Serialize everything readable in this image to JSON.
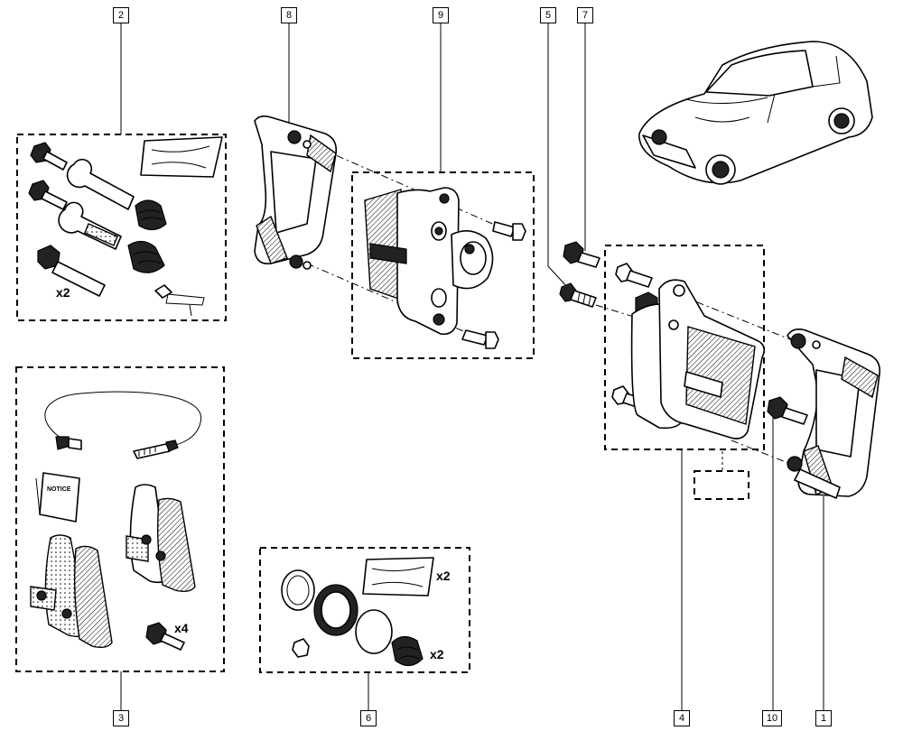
{
  "labels": {
    "l1": "1",
    "l2": "2",
    "l3": "3",
    "l4": "4",
    "l5": "5",
    "l6": "6",
    "l7": "7",
    "l8": "8",
    "l9": "9",
    "l10": "10"
  },
  "quantities": {
    "kit2_x2": "x2",
    "kit3_x4": "x4",
    "kit6_x2_grease": "x2",
    "kit6_x2_boot": "x2"
  },
  "notice_text": "NOTICE"
}
